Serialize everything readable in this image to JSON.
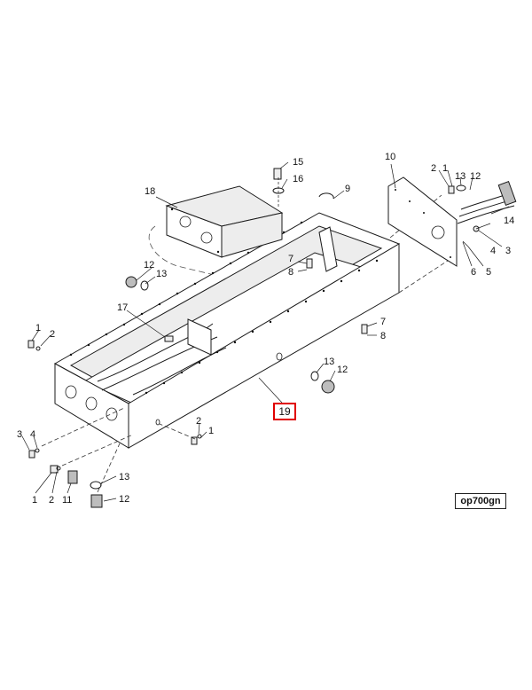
{
  "diagram": {
    "drawing_code": "op700gn",
    "highlighted_callout": "19",
    "highlight_color": "#e00000",
    "callouts": [
      "15",
      "16",
      "9",
      "18",
      "10",
      "2",
      "1",
      "13",
      "12",
      "14",
      "3",
      "4",
      "5",
      "6",
      "7",
      "8",
      "12",
      "13",
      "17",
      "7",
      "8",
      "1",
      "2",
      "13",
      "12",
      "2",
      "1",
      "3",
      "4",
      "1",
      "2",
      "11",
      "13",
      "12"
    ]
  }
}
